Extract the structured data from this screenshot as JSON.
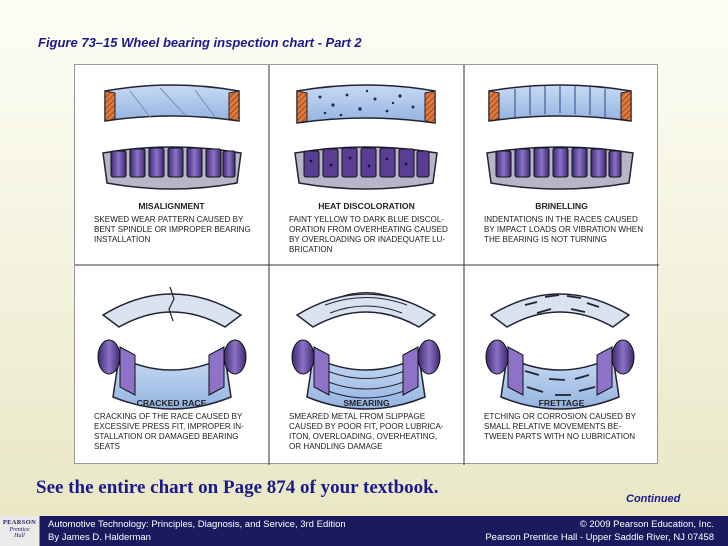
{
  "slide": {
    "figure_title": "Figure 73–15  Wheel bearing inspection chart - Part 2",
    "note": "See the entire chart on Page 874 of your textbook.",
    "continued": "Continued"
  },
  "chart_cells": [
    {
      "title": "MISALIGNMENT",
      "lines": [
        "SKEWED WEAR PATTERN CAUSED BY",
        "BENT SPINDLE OR IMPROPER BEARING",
        "INSTALLATION"
      ]
    },
    {
      "title": "HEAT DISCOLORATION",
      "lines": [
        "FAINT YELLOW TO DARK BLUE DISCOL-",
        "ORATION FROM OVERHEATING CAUSED",
        "BY OVERLOADING OR INADEQUATE LU-",
        "BRICATION"
      ]
    },
    {
      "title": "BRINELLING",
      "lines": [
        "INDENTATIONS IN THE RACES CAUSED",
        "BY IMPACT LOADS OR VIBRATION WHEN",
        "THE BEARING IS NOT TURNING"
      ]
    },
    {
      "title": "CRACKED RACE",
      "lines": [
        "CRACKING OF THE RACE CAUSED BY",
        "EXCESSIVE PRESS FIT, IMPROPER IN-",
        "STALLATION OR DAMAGED BEARING",
        "SEATS"
      ]
    },
    {
      "title": "SMEARING",
      "lines": [
        "SMEARED METAL FROM SLIPPAGE",
        "CAUSED BY POOR FIT, POOR LUBRICA-",
        "ITON, OVERLOADING, OVERHEATING,",
        "OR HANDLING DAMAGE"
      ]
    },
    {
      "title": "FRETTAGE",
      "lines": [
        "ETCHING OR CORROSION CAUSED BY",
        "SMALL RELATIVE MOVEMENTS BE-",
        "TWEEN PARTS WITH NO LUBRICATION"
      ]
    }
  ],
  "footer": {
    "logo_line1": "PEARSON",
    "logo_line2": "Prentice",
    "logo_line3": "Hall",
    "left_line1": "Automotive Technology: Principles, Diagnosis, and Service, 3rd Edition",
    "left_line2": "By James D. Halderman",
    "right_line1": "© 2009 Pearson Education, Inc.",
    "right_line2": "Pearson Prentice Hall - Upper Saddle River, NJ 07458"
  },
  "colors": {
    "title_blue": "#1a1a8c",
    "footer_navy": "#1a1a5e",
    "race_blue": "#a9c4e8",
    "roller_purple": "#6a4fa0",
    "cage_orange": "#e07a3a"
  }
}
